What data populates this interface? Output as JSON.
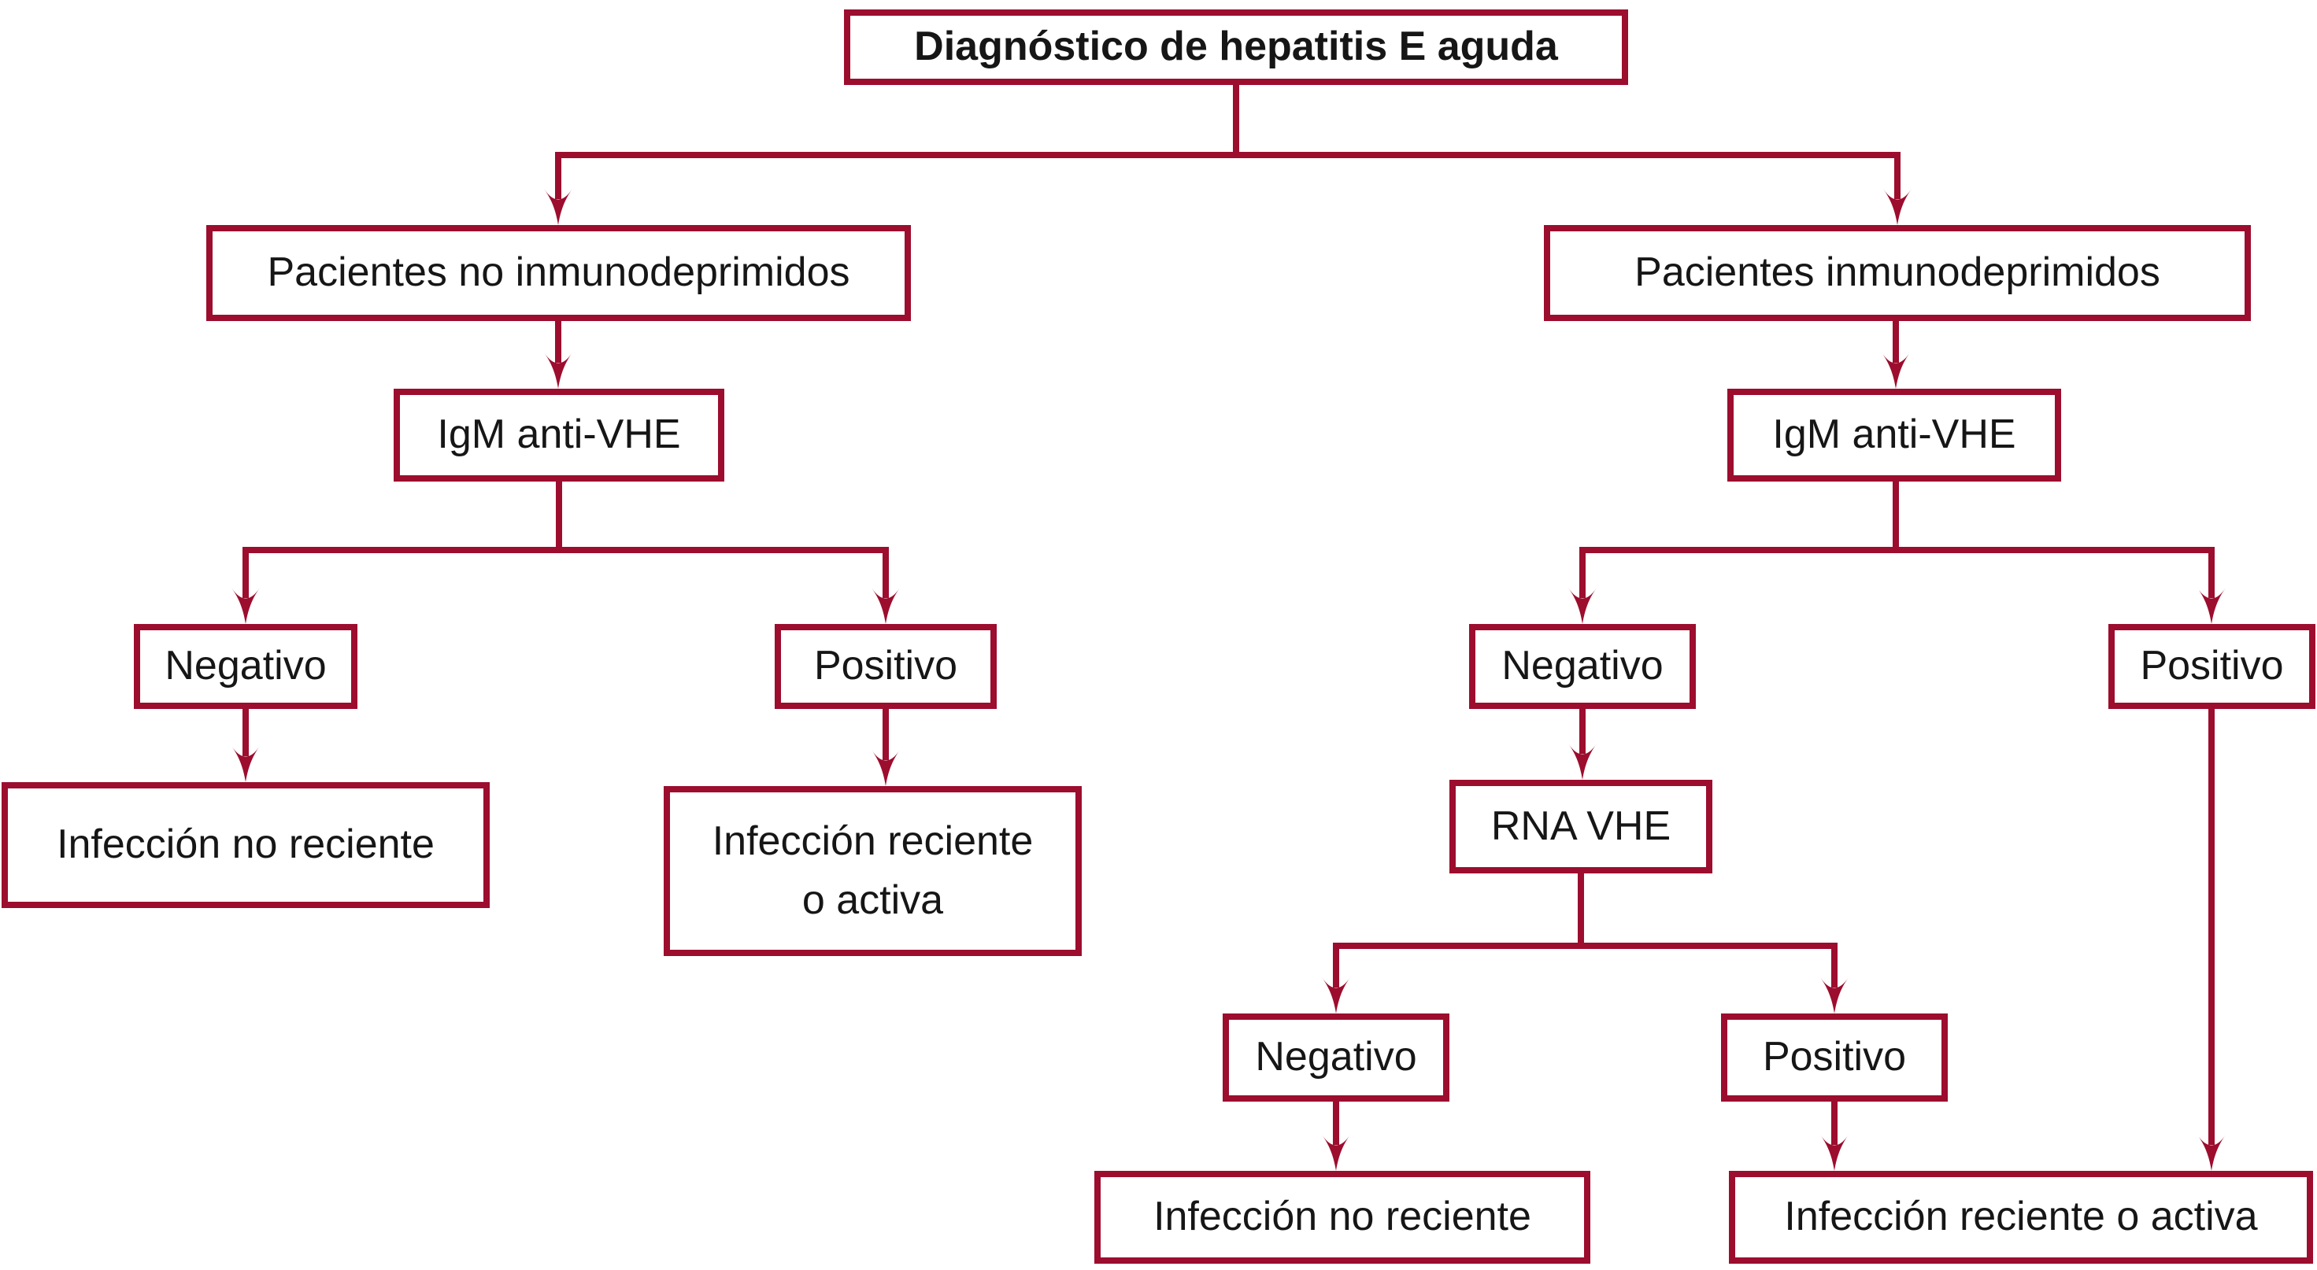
{
  "diagram": {
    "title": "Diagnóstico de hepatitis E aguda",
    "colors": {
      "line": "#9C0D2E",
      "text": "#161616",
      "background": "#FFFFFF"
    },
    "nodes": {
      "title": "Diagnóstico de hepatitis E aguda",
      "patients_non_immuno": "Pacientes no inmunodeprimidos",
      "patients_immuno": "Pacientes inmunodeprimidos",
      "igm_left": "IgM anti-VHE",
      "igm_right": "IgM anti-VHE",
      "negativo_left": "Negativo",
      "positivo_left": "Positivo",
      "infeccion_no_reciente_left": "Infección no reciente",
      "infeccion_reciente_o_activa_left": "Infección reciente\no activa",
      "negativo_right": "Negativo",
      "positivo_right": "Positivo",
      "rna_vhe": "RNA VHE",
      "negativo_rna": "Negativo",
      "positivo_rna": "Positivo",
      "infeccion_no_reciente_right": "Infección no reciente",
      "infeccion_reciente_o_activa_right": "Infección reciente o activa"
    },
    "edges": [
      {
        "from": "title",
        "to": "patients_non_immuno"
      },
      {
        "from": "title",
        "to": "patients_immuno"
      },
      {
        "from": "patients_non_immuno",
        "to": "igm_left"
      },
      {
        "from": "patients_immuno",
        "to": "igm_right"
      },
      {
        "from": "igm_left",
        "to": "negativo_left"
      },
      {
        "from": "igm_left",
        "to": "positivo_left"
      },
      {
        "from": "negativo_left",
        "to": "infeccion_no_reciente_left"
      },
      {
        "from": "positivo_left",
        "to": "infeccion_reciente_o_activa_left"
      },
      {
        "from": "igm_right",
        "to": "negativo_right"
      },
      {
        "from": "igm_right",
        "to": "positivo_right"
      },
      {
        "from": "negativo_right",
        "to": "rna_vhe"
      },
      {
        "from": "rna_vhe",
        "to": "negativo_rna"
      },
      {
        "from": "rna_vhe",
        "to": "positivo_rna"
      },
      {
        "from": "negativo_rna",
        "to": "infeccion_no_reciente_right"
      },
      {
        "from": "positivo_rna",
        "to": "infeccion_reciente_o_activa_right"
      },
      {
        "from": "positivo_right",
        "to": "infeccion_reciente_o_activa_right"
      }
    ]
  }
}
